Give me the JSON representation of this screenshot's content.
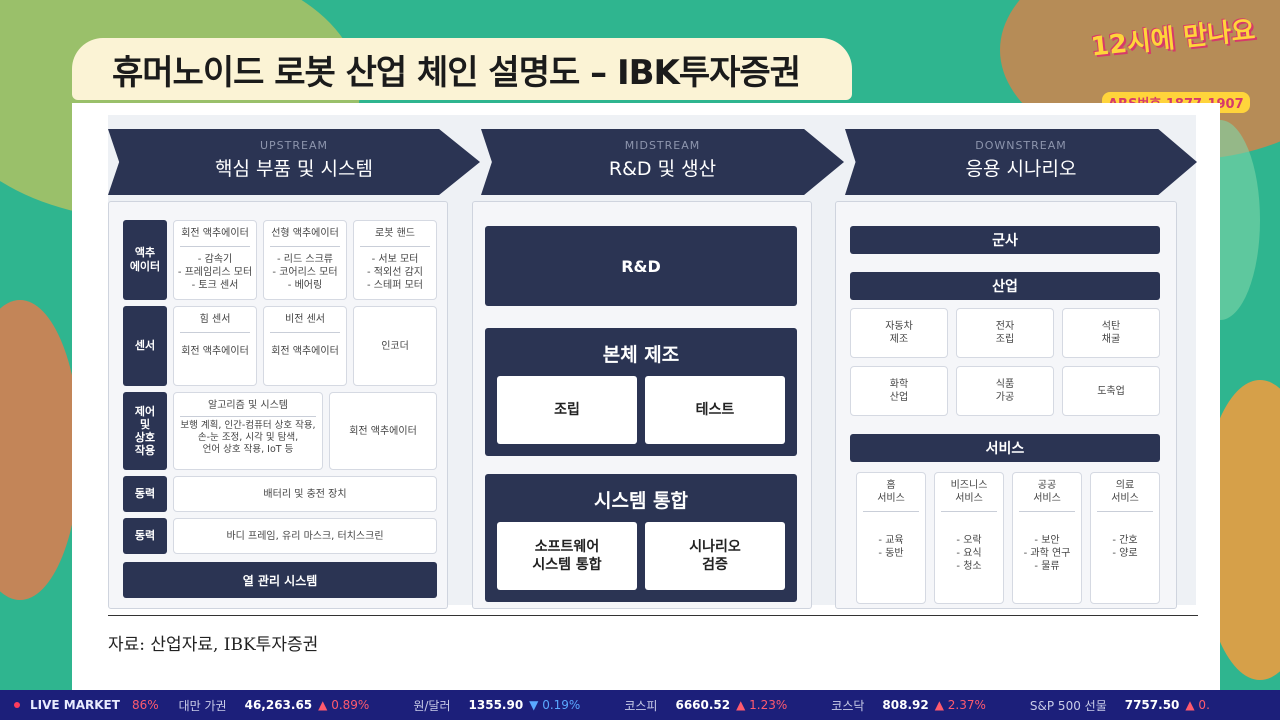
{
  "title": "휴머노이드 로봇 산업 체인 설명도 – IBK투자증권",
  "logo": {
    "main": "12시에 만나요",
    "sub": "ARS번호 1877-1907"
  },
  "stages": [
    {
      "en": "UPSTREAM",
      "ko": "핵심 부품 및 시스템"
    },
    {
      "en": "MIDSTREAM",
      "ko": "R&D 및 생산"
    },
    {
      "en": "DOWNSTREAM",
      "ko": "응용 시나리오"
    }
  ],
  "upstream": {
    "actuator": {
      "label": "액추\n에이터",
      "cards": [
        {
          "head": "회전 액추에이터",
          "body": "- 감속기\n- 프레임리스 모터\n- 토크 센서"
        },
        {
          "head": "선형 액추에이터",
          "body": "- 리드 스크류\n- 코어리스 모터\n- 베어링"
        },
        {
          "head": "로봇 핸드",
          "body": "- 서보 모터\n- 적외선 감지\n- 스테퍼 모터"
        }
      ]
    },
    "sensor": {
      "label": "센서",
      "cards": [
        {
          "head": "힘 센서",
          "body": "회전 액추에이터"
        },
        {
          "head": "비전 센서",
          "body": "회전 액추에이터"
        },
        {
          "head": "",
          "body": "인코더"
        }
      ]
    },
    "control": {
      "label": "제어\n및\n상호\n작용",
      "cards": [
        {
          "head": "알고리즘 및 시스템",
          "body": "보행 계획, 인간-컴퓨터 상호 작용,\n손-눈 조정, 시각 및 탐색,\n언어 상호 작용, IoT 등"
        },
        {
          "head": "",
          "body": "회전 액추에이터"
        }
      ]
    },
    "power": {
      "label": "동력",
      "body": "배터리 및 충전 장치"
    },
    "power2": {
      "label": "동력",
      "body": "바디 프레임, 유리 마스크, 터치스크린"
    },
    "thermal": "열 관리 시스템"
  },
  "midstream": {
    "rnd": "R&D",
    "manufacturing": {
      "title": "본체 제조",
      "items": [
        "조립",
        "테스트"
      ]
    },
    "integration": {
      "title": "시스템 통합",
      "items": [
        "소프트웨어\n시스템 통합",
        "시나리오\n검증"
      ]
    }
  },
  "downstream": {
    "military": "군사",
    "industry": {
      "title": "산업",
      "items": [
        "자동차\n제조",
        "전자\n조립",
        "석탄\n채굴",
        "화학\n산업",
        "식품\n가공",
        "도축업"
      ]
    },
    "service": {
      "title": "서비스",
      "items": [
        {
          "head": "홈\n서비스",
          "body": "- 교육\n- 동반"
        },
        {
          "head": "비즈니스\n서비스",
          "body": "- 오락\n- 요식\n- 청소"
        },
        {
          "head": "공공\n서비스",
          "body": "- 보안\n- 과학 연구\n- 물류"
        },
        {
          "head": "의료\n서비스",
          "body": "- 간호\n- 양로"
        }
      ]
    }
  },
  "source": "자료: 산업자료, IBK투자증권",
  "ticker": {
    "live": "LIVE MARKET",
    "live_pct": "86%",
    "items": [
      {
        "name": "대만 가권",
        "value": "46,263.65",
        "change": "▲ 0.89%",
        "dir": "up"
      },
      {
        "name": "원/달러",
        "value": "1355.90",
        "change": "▼ 0.19%",
        "dir": "dn"
      },
      {
        "name": "코스피",
        "value": "6660.52",
        "change": "▲ 1.23%",
        "dir": "up"
      },
      {
        "name": "코스닥",
        "value": "808.92",
        "change": "▲ 2.37%",
        "dir": "up"
      },
      {
        "name": "S&P 500 선물",
        "value": "7757.50",
        "change": "▲ 0.",
        "dir": "up"
      }
    ]
  }
}
